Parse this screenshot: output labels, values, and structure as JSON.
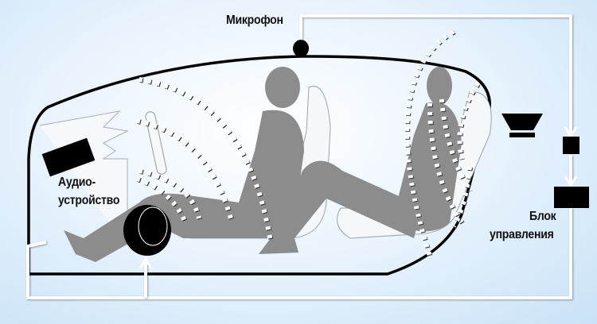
{
  "labels": {
    "microphone": "Микрофон",
    "audio_line1": "Аудио-",
    "audio_line2": "устройство",
    "control_line1": "Блок",
    "control_line2": "управления"
  },
  "colors": {
    "wire": "#ffffff",
    "outline": "#000000",
    "person": "#8c8c8c"
  }
}
